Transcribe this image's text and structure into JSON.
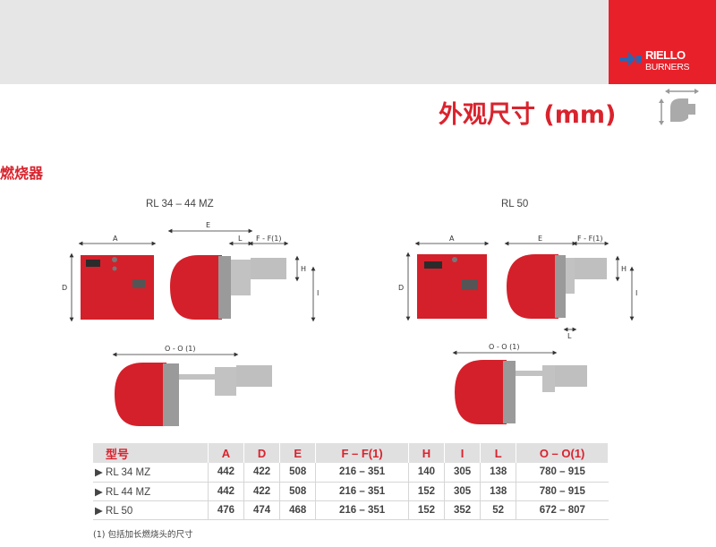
{
  "header": {
    "brand_name": "RIELLO",
    "brand_sub": "BURNERS",
    "page_title": "外观尺寸 (mm)",
    "icon": "dimension-arrows-icon"
  },
  "section": {
    "title": "燃烧器"
  },
  "drawings": {
    "left_model": "RL 34 – 44 MZ",
    "right_model": "RL 50",
    "labels": {
      "a": "A",
      "d": "D",
      "e": "E",
      "l": "L",
      "ff": "F - F(1)",
      "h": "H",
      "i": "I",
      "oo": "O - O (1)"
    }
  },
  "table": {
    "headers": [
      "型号",
      "A",
      "D",
      "E",
      "F – F(1)",
      "H",
      "I",
      "L",
      "O – O(1)"
    ],
    "rows": [
      [
        "▶ RL 34 MZ",
        "442",
        "422",
        "508",
        "216 – 351",
        "140",
        "305",
        "138",
        "780 – 915"
      ],
      [
        "▶ RL 44 MZ",
        "442",
        "422",
        "508",
        "216 – 351",
        "152",
        "305",
        "138",
        "780 – 915"
      ],
      [
        "▶ RL 50",
        "476",
        "474",
        "468",
        "216 – 351",
        "152",
        "352",
        "52",
        "672 – 807"
      ]
    ]
  },
  "footnote": "(1) 包括加长燃烧头的尺寸",
  "colors": {
    "brand_red": "#d9232d",
    "logo_red": "#e8202a",
    "band_grey": "#e6e6e7"
  }
}
